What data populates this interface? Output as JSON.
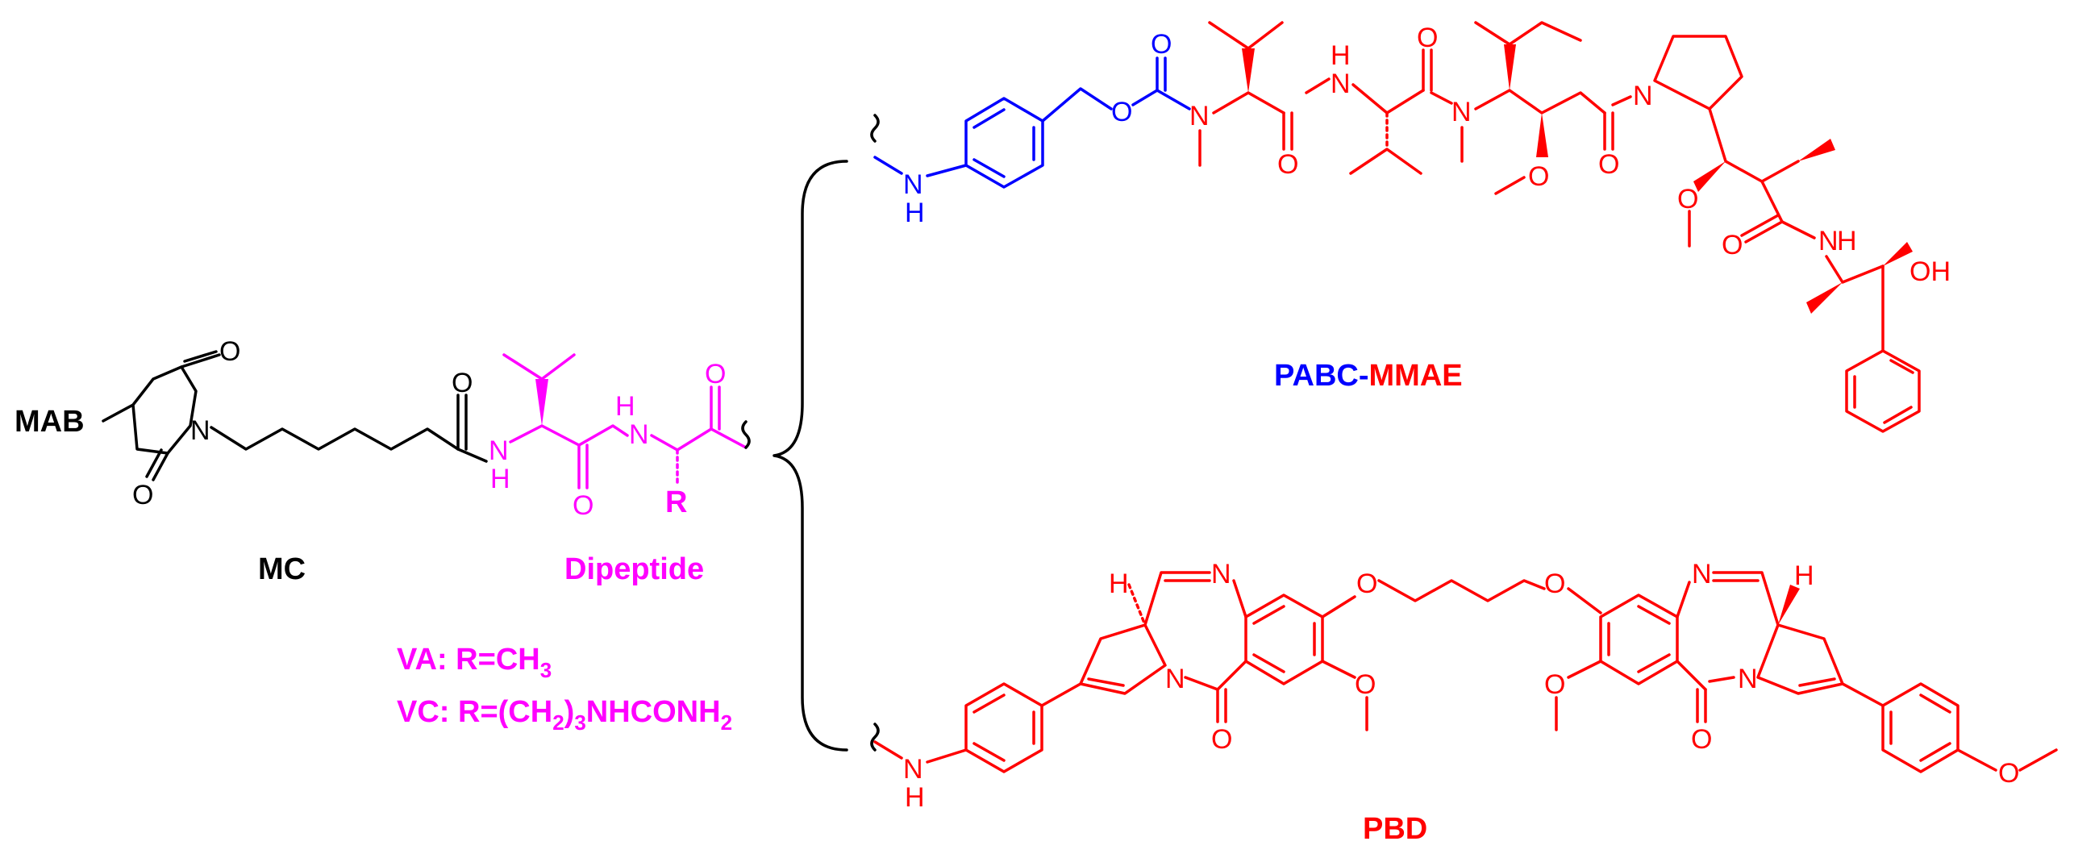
{
  "colors": {
    "linker": "#000000",
    "dipeptide": "#ff00ff",
    "pabc": "#0000ff",
    "payload": "#ff0000"
  },
  "labels": {
    "mab": "MAB",
    "mc": "MC",
    "dipeptide": "Dipeptide",
    "va_prefix": "VA: R=CH",
    "va_sub": "3",
    "vc_prefix": "VC: R=(CH",
    "vc_sub1": "2",
    "vc_mid": ")",
    "vc_sub2": "3",
    "vc_mid2": "NHCONH",
    "vc_sub3": "2",
    "r_group": "R",
    "pabc": "PABC",
    "dash": "-",
    "mmae": "MMAE",
    "pbd": "PBD"
  },
  "atoms": {
    "O": "O",
    "N": "N",
    "H": "H",
    "OH": "OH"
  }
}
